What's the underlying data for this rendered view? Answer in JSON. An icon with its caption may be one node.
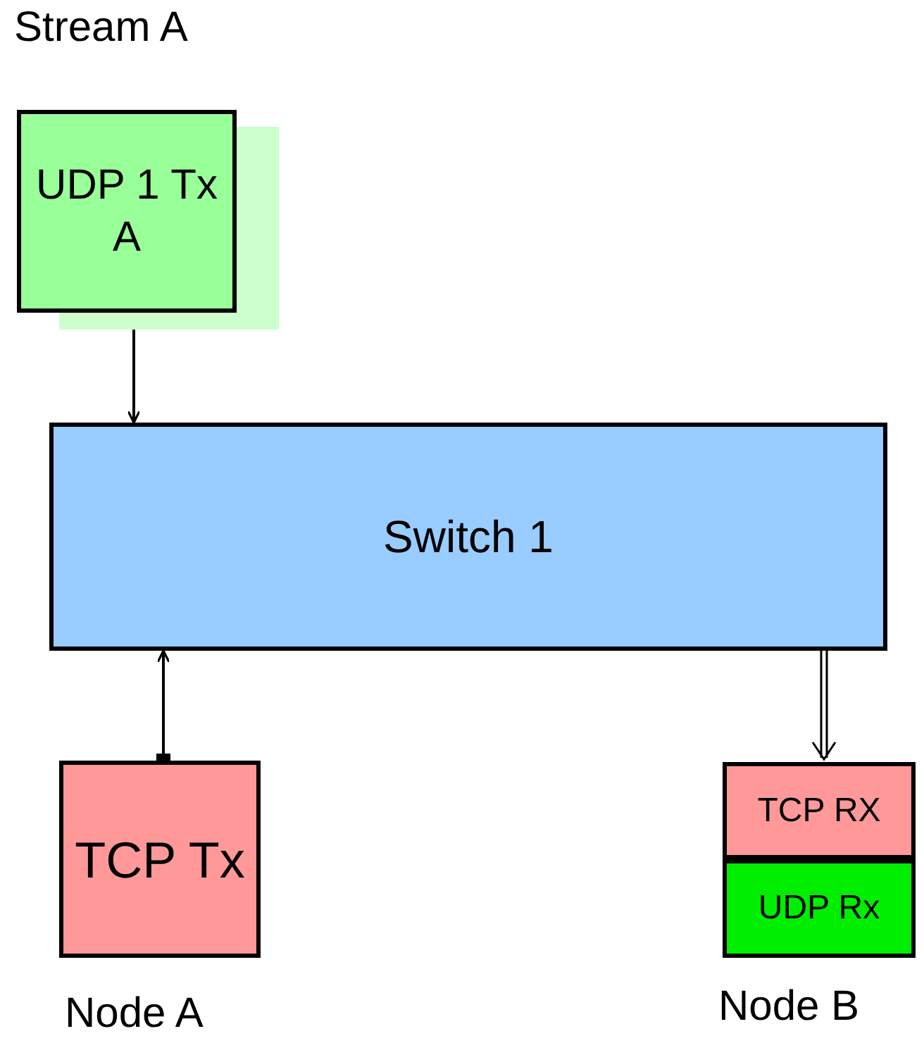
{
  "diagram": {
    "nodes": [
      {
        "text": [
          "UDP 1 Tx A"
        ],
        "beside": [
          "Stream A"
        ]
      },
      {
        "text": [
          "Switch 1"
        ]
      },
      {
        "text": [
          "TCP Tx"
        ],
        "beside": [
          "Node A"
        ]
      },
      {
        "text": [
          "TCP RX"
        ]
      },
      {
        "text": [
          "UDP Rx"
        ],
        "beside": [
          "Node B"
        ]
      }
    ],
    "edges": [
      {
        "from": 0,
        "to": 1,
        "arrow": "to"
      },
      {
        "from": 2,
        "to": 1,
        "arrow": "to"
      },
      {
        "from": 1,
        "to": 3,
        "arrow": "to"
      }
    ]
  }
}
